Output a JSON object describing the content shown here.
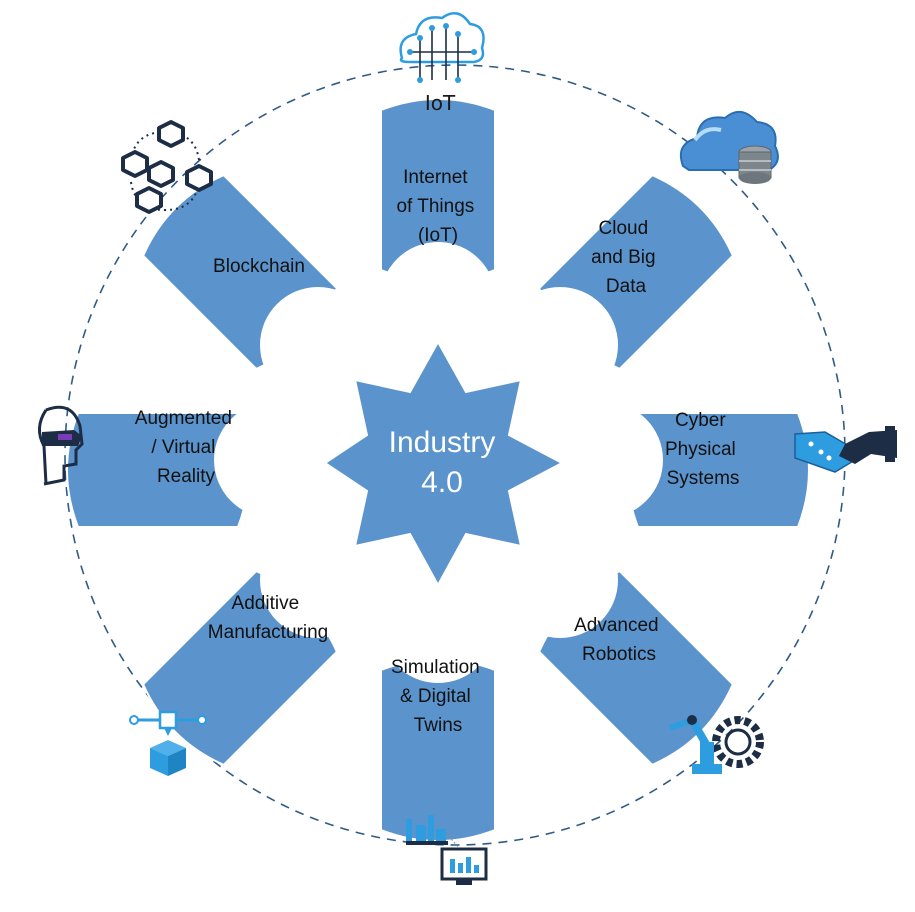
{
  "colors": {
    "petal_fill": "#5b93cc",
    "petal_stroke": "#ffffff",
    "ring": "#2f5b85",
    "icon_blue": "#2d9de0",
    "icon_dark": "#1c2d45"
  },
  "center": {
    "line1": "Industry",
    "line2": "4.0"
  },
  "petals": [
    {
      "id": "iot",
      "lines": [
        "Internet",
        "of Things",
        "(IoT)"
      ]
    },
    {
      "id": "cloud",
      "lines": [
        "Cloud",
        "and Big",
        "Data"
      ]
    },
    {
      "id": "cps",
      "lines": [
        "Cyber",
        "Physical",
        "Systems"
      ]
    },
    {
      "id": "robotics",
      "lines": [
        "Advanced",
        "Robotics"
      ]
    },
    {
      "id": "simulation",
      "lines": [
        "Simulation",
        "& Digital",
        "Twins"
      ]
    },
    {
      "id": "additive",
      "lines": [
        "Additive",
        "Manufacturing"
      ]
    },
    {
      "id": "arvr",
      "lines": [
        "Augmented",
        "/ Virtual",
        "Reality"
      ]
    },
    {
      "id": "blockchain",
      "lines": [
        "Blockchain"
      ]
    }
  ],
  "icons": {
    "iot_text": "IoT",
    "names": [
      "iot-cloud-icon",
      "cloud-database-icon",
      "robot-handshake-icon",
      "robot-arm-gear-icon",
      "digital-twin-monitor-icon",
      "3d-printer-icon",
      "vr-headset-person-icon",
      "blockchain-cubes-icon"
    ]
  }
}
